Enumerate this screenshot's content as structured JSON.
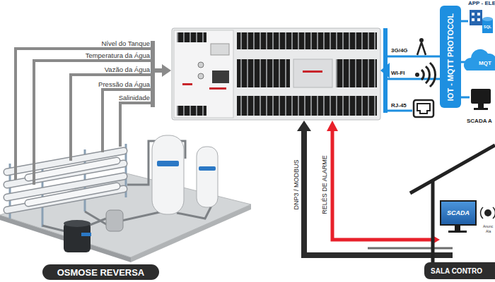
{
  "diagram": {
    "nodes": [
      {
        "text": [
          "IOT - MQTT PROTOCOL"
        ]
      },
      {
        "text": [
          "SCADA"
        ]
      },
      {
        "text": [
          "OSMOSE REVERSA"
        ]
      },
      {
        "text": [
          "SALA CONTRO"
        ]
      }
    ],
    "labels": [
      "Nível do Tanque",
      "Temperatura da Água",
      "Vazão da Água",
      "Pressão da Água",
      "Salinidade",
      "DNP3 / MODBUS",
      "RELÉS DE ALARME",
      "3G/4G",
      "WI-FI",
      "RJ-45",
      "APP - ELE",
      "SQL",
      "MQT",
      "SCADA A",
      "Anunc",
      "Ala"
    ]
  }
}
